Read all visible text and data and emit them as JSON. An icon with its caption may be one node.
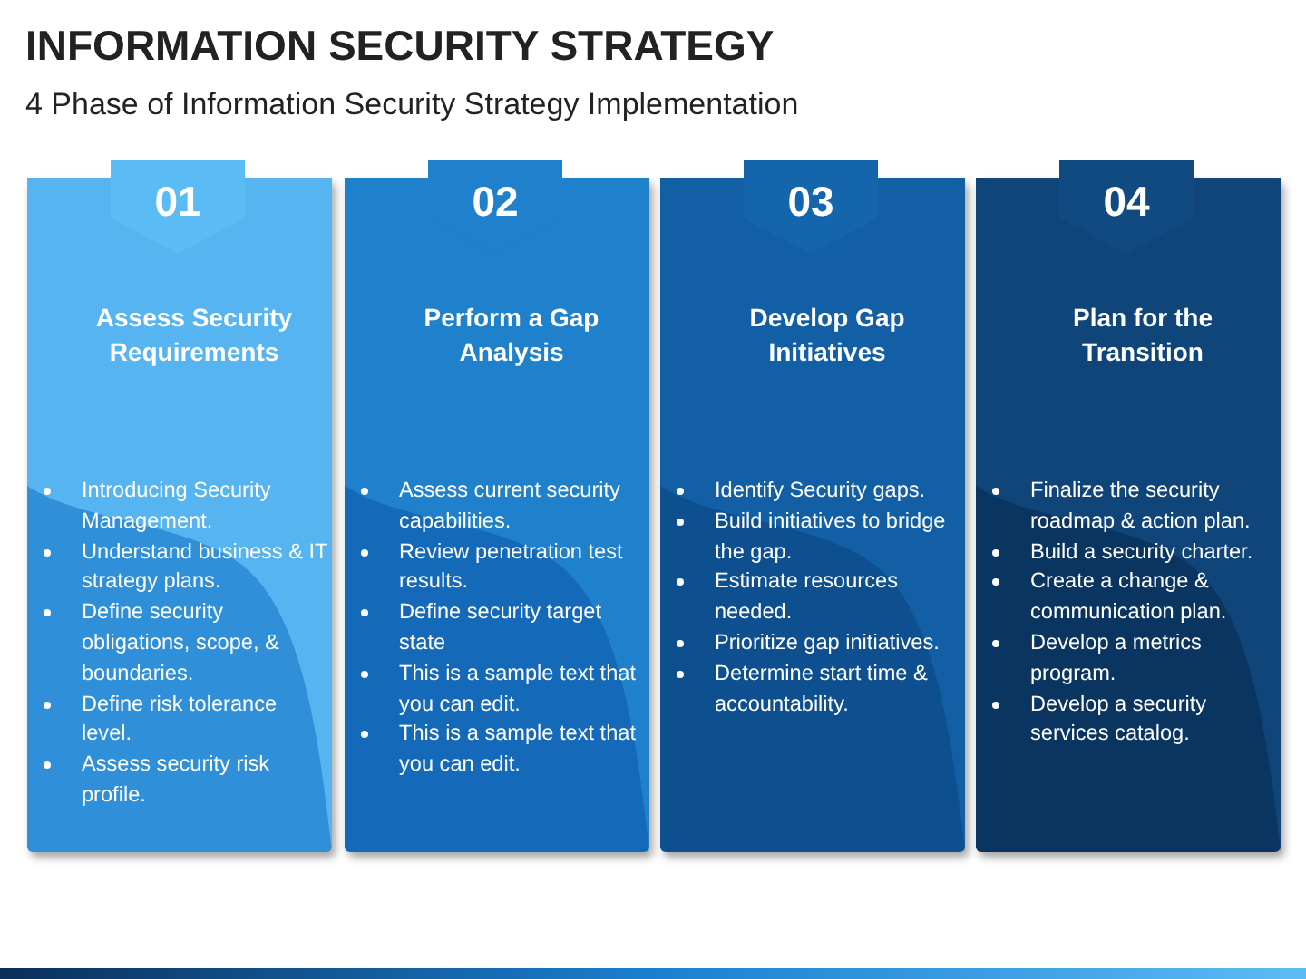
{
  "diagram": {
    "title": "INFORMATION SECURITY STRATEGY",
    "nodes": [
      {
        "text": [
          "01",
          "Assess Security Requirements",
          "Introducing Security Management.",
          "Understand business & IT strategy plans.",
          "Define security obligations, scope, & boundaries.",
          "Define risk tolerance level.",
          "Assess security risk profile."
        ]
      },
      {
        "text": [
          "02",
          "Perform a Gap Analysis",
          "Assess current security capabilities.",
          "Review penetration test results.",
          "Define security target state",
          "This is a sample text that you can edit.",
          "This is a sample text that you can edit."
        ]
      },
      {
        "text": [
          "03",
          "Develop Gap Initiatives",
          "Identify Security gaps.",
          "Build initiatives to bridge the gap.",
          "Estimate resources needed.",
          "Prioritize gap initiatives.",
          "Determine start time & accountability."
        ]
      },
      {
        "text": [
          "04",
          "Plan for the Transition",
          "Finalize the security roadmap & action plan.",
          "Build a security charter.",
          "Create a change & communication plan.",
          "Develop a metrics program.",
          "Develop a security services catalog."
        ]
      }
    ],
    "labels": [
      "4 Phase of Information Security Strategy Implementation"
    ]
  }
}
